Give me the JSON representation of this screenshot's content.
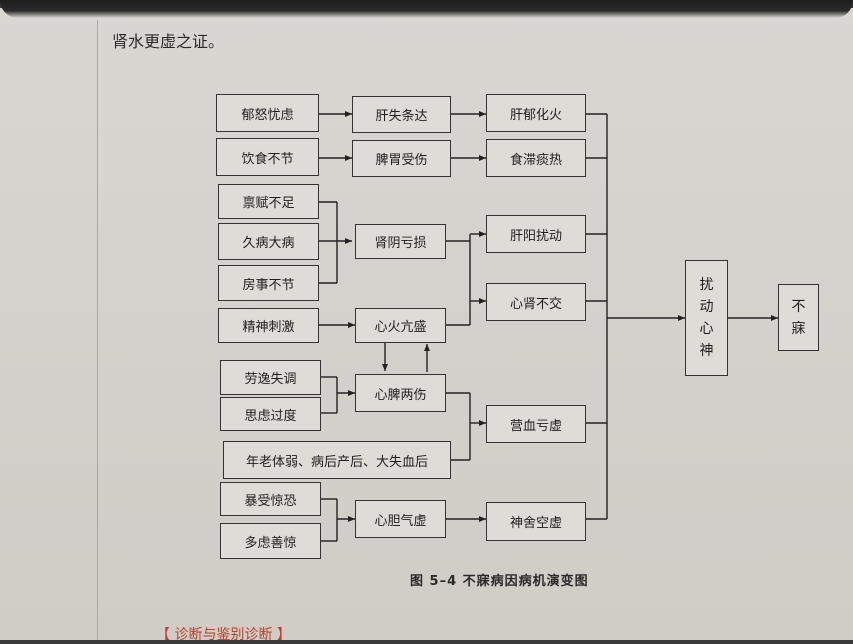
{
  "page_header": "肾水更虚之证。",
  "figure_caption": "图 5–4   不寐病因病机演变图",
  "bottom_heading": "【 诊断与鉴别诊断 】",
  "diagram": {
    "causes": {
      "yu_nu": "郁怒忧虑",
      "yin_shi": "饮食不节",
      "bing_fu": "禀赋不足",
      "jiu_bing": "久病大病",
      "fang_shi": "房事不节",
      "jing_shen": "精神刺激",
      "lao_yi": "劳逸失调",
      "si_lv": "思虑过度",
      "nian_lao": "年老体弱、病后产后、大失血后",
      "bao_shou": "暴受惊恐",
      "duo_lv": "多虑善惊"
    },
    "mechanisms": {
      "gan_shi": "肝失条达",
      "pi_wei": "脾胃受伤",
      "shen_yin": "肾阴亏损",
      "xin_huo": "心火亢盛",
      "xin_pi": "心脾两伤",
      "xin_dan": "心胆气虚"
    },
    "pathologies": {
      "gan_yu": "肝郁化火",
      "shi_zhi": "食滞痰热",
      "gan_yang": "肝阳扰动",
      "xin_shen": "心肾不交",
      "ying_xue": "营血亏虚",
      "shen_she": "神舍空虚"
    },
    "disturb": [
      "扰",
      "动",
      "心",
      "神"
    ],
    "result": [
      "不",
      "寐"
    ]
  }
}
